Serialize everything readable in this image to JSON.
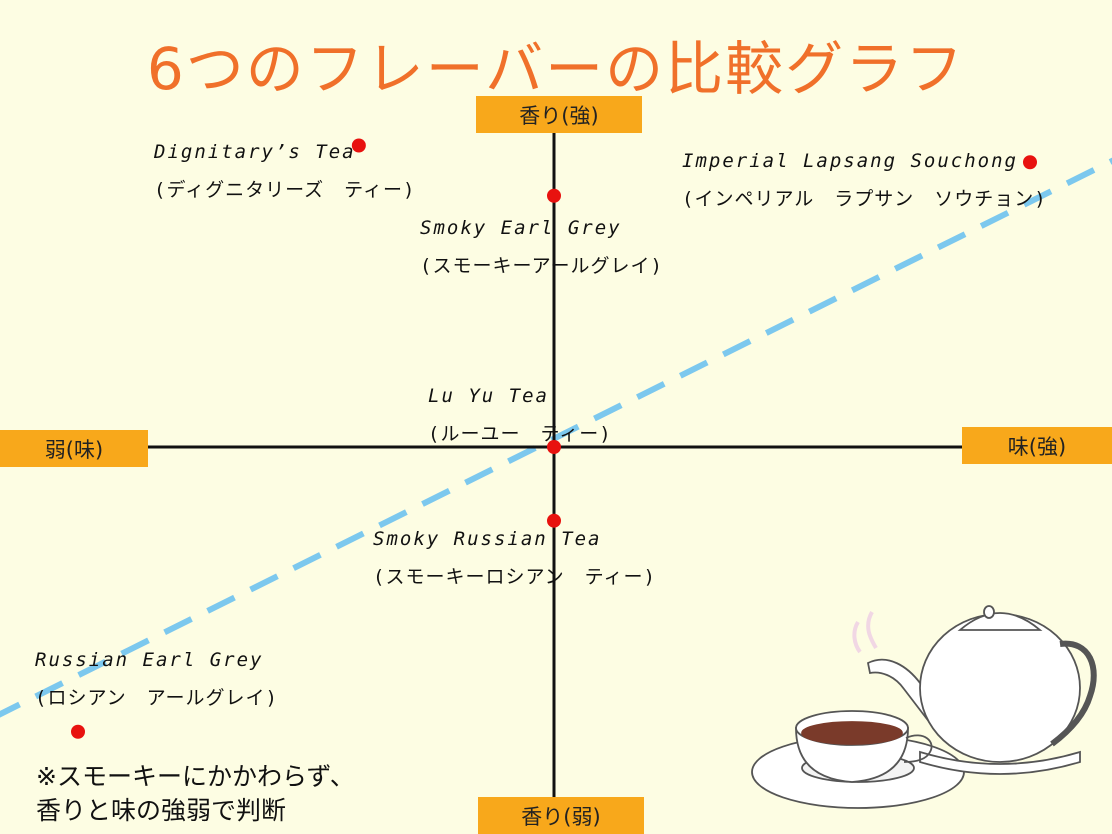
{
  "title": "6つのフレーバーの比較グラフ",
  "axes": {
    "top": "香り(強)",
    "bottom": "香り(弱)",
    "left": "弱(味)",
    "right": "味(強)"
  },
  "note": {
    "line1": "※スモーキーにかかわらず、",
    "line2": "香りと味の強弱で判断"
  },
  "colors": {
    "title": "#f0702a",
    "axis_box": "#f8a81b",
    "point": "#e8120f",
    "trend_line": "#7cc8ee",
    "background": "#fdfde3"
  },
  "chart_data": {
    "type": "scatter",
    "xlabel": "味",
    "ylabel": "香り",
    "xlim": [
      -1,
      1
    ],
    "ylim": [
      -1,
      1
    ],
    "grid": false,
    "points": [
      {
        "en": "Dignitary’s Tea",
        "ja": "(ディグニタリーズ　ティー)",
        "x": -0.41,
        "y": 0.9
      },
      {
        "en": "Imperial Lapsang Souchong",
        "ja": "(インペリアル　ラプサン　ソウチョン)",
        "x": 1.0,
        "y": 0.85
      },
      {
        "en": "Smoky Earl Grey",
        "ja": "(スモーキーアールグレイ)",
        "x": 0.0,
        "y": 0.75
      },
      {
        "en": "Lu Yu Tea",
        "ja": "(ルーユー　ティー)",
        "x": 0.0,
        "y": 0.0
      },
      {
        "en": "Smoky Russian Tea",
        "ja": "(スモーキーロシアン　ティー)",
        "x": 0.0,
        "y": -0.22
      },
      {
        "en": "Russian Earl Grey",
        "ja": "(ロシアン　アールグレイ)",
        "x": -1.0,
        "y": -0.85
      }
    ],
    "trend_line": {
      "style": "dashed",
      "x": [
        -1.45,
        1.45
      ],
      "y": [
        -1.0,
        1.05
      ]
    }
  }
}
